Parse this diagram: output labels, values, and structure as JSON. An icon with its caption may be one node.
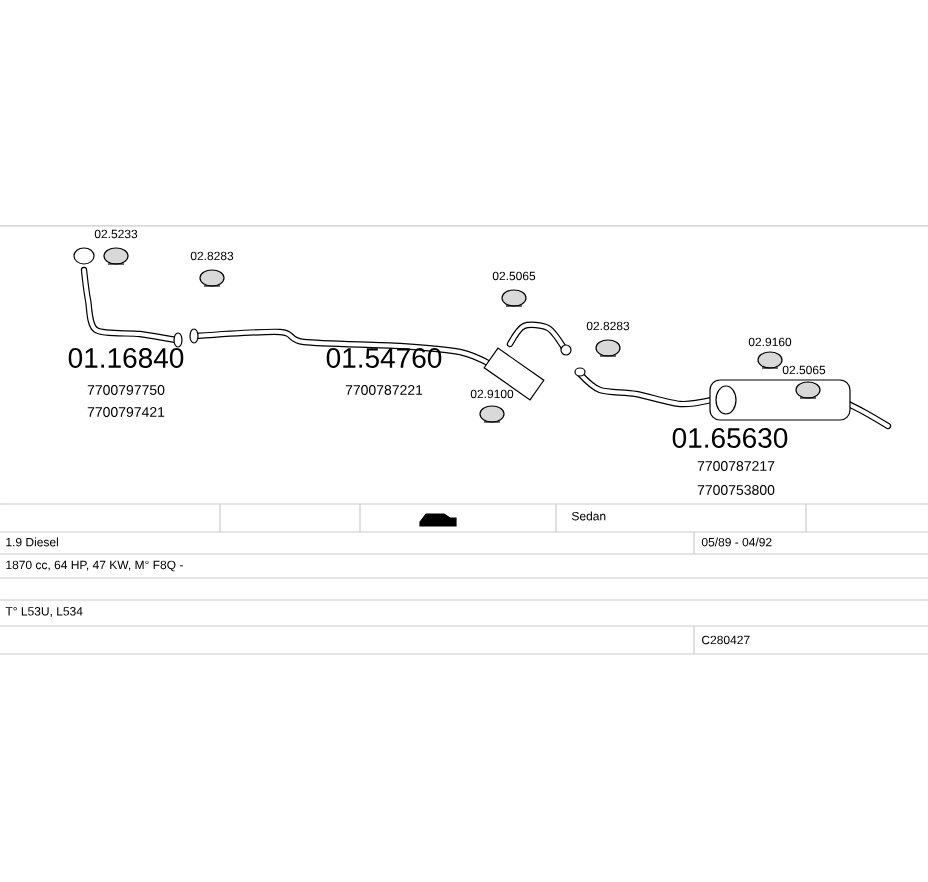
{
  "diagram": {
    "labels": [
      "02.5233",
      "02.8283",
      "02.5065",
      "02.8283",
      "02.9160",
      "02.5065",
      "02.9100",
      "01.16840",
      "7700797750",
      "7700797421",
      "01.54760",
      "7700787221",
      "01.65630",
      "7700787217",
      "7700753800",
      "Sedan",
      "1.9 Diesel",
      "05/89 - 04/92",
      "1870 cc, 64 HP, 47 KW, M° F8Q -",
      "T° L53U, L534",
      "C280427"
    ]
  }
}
